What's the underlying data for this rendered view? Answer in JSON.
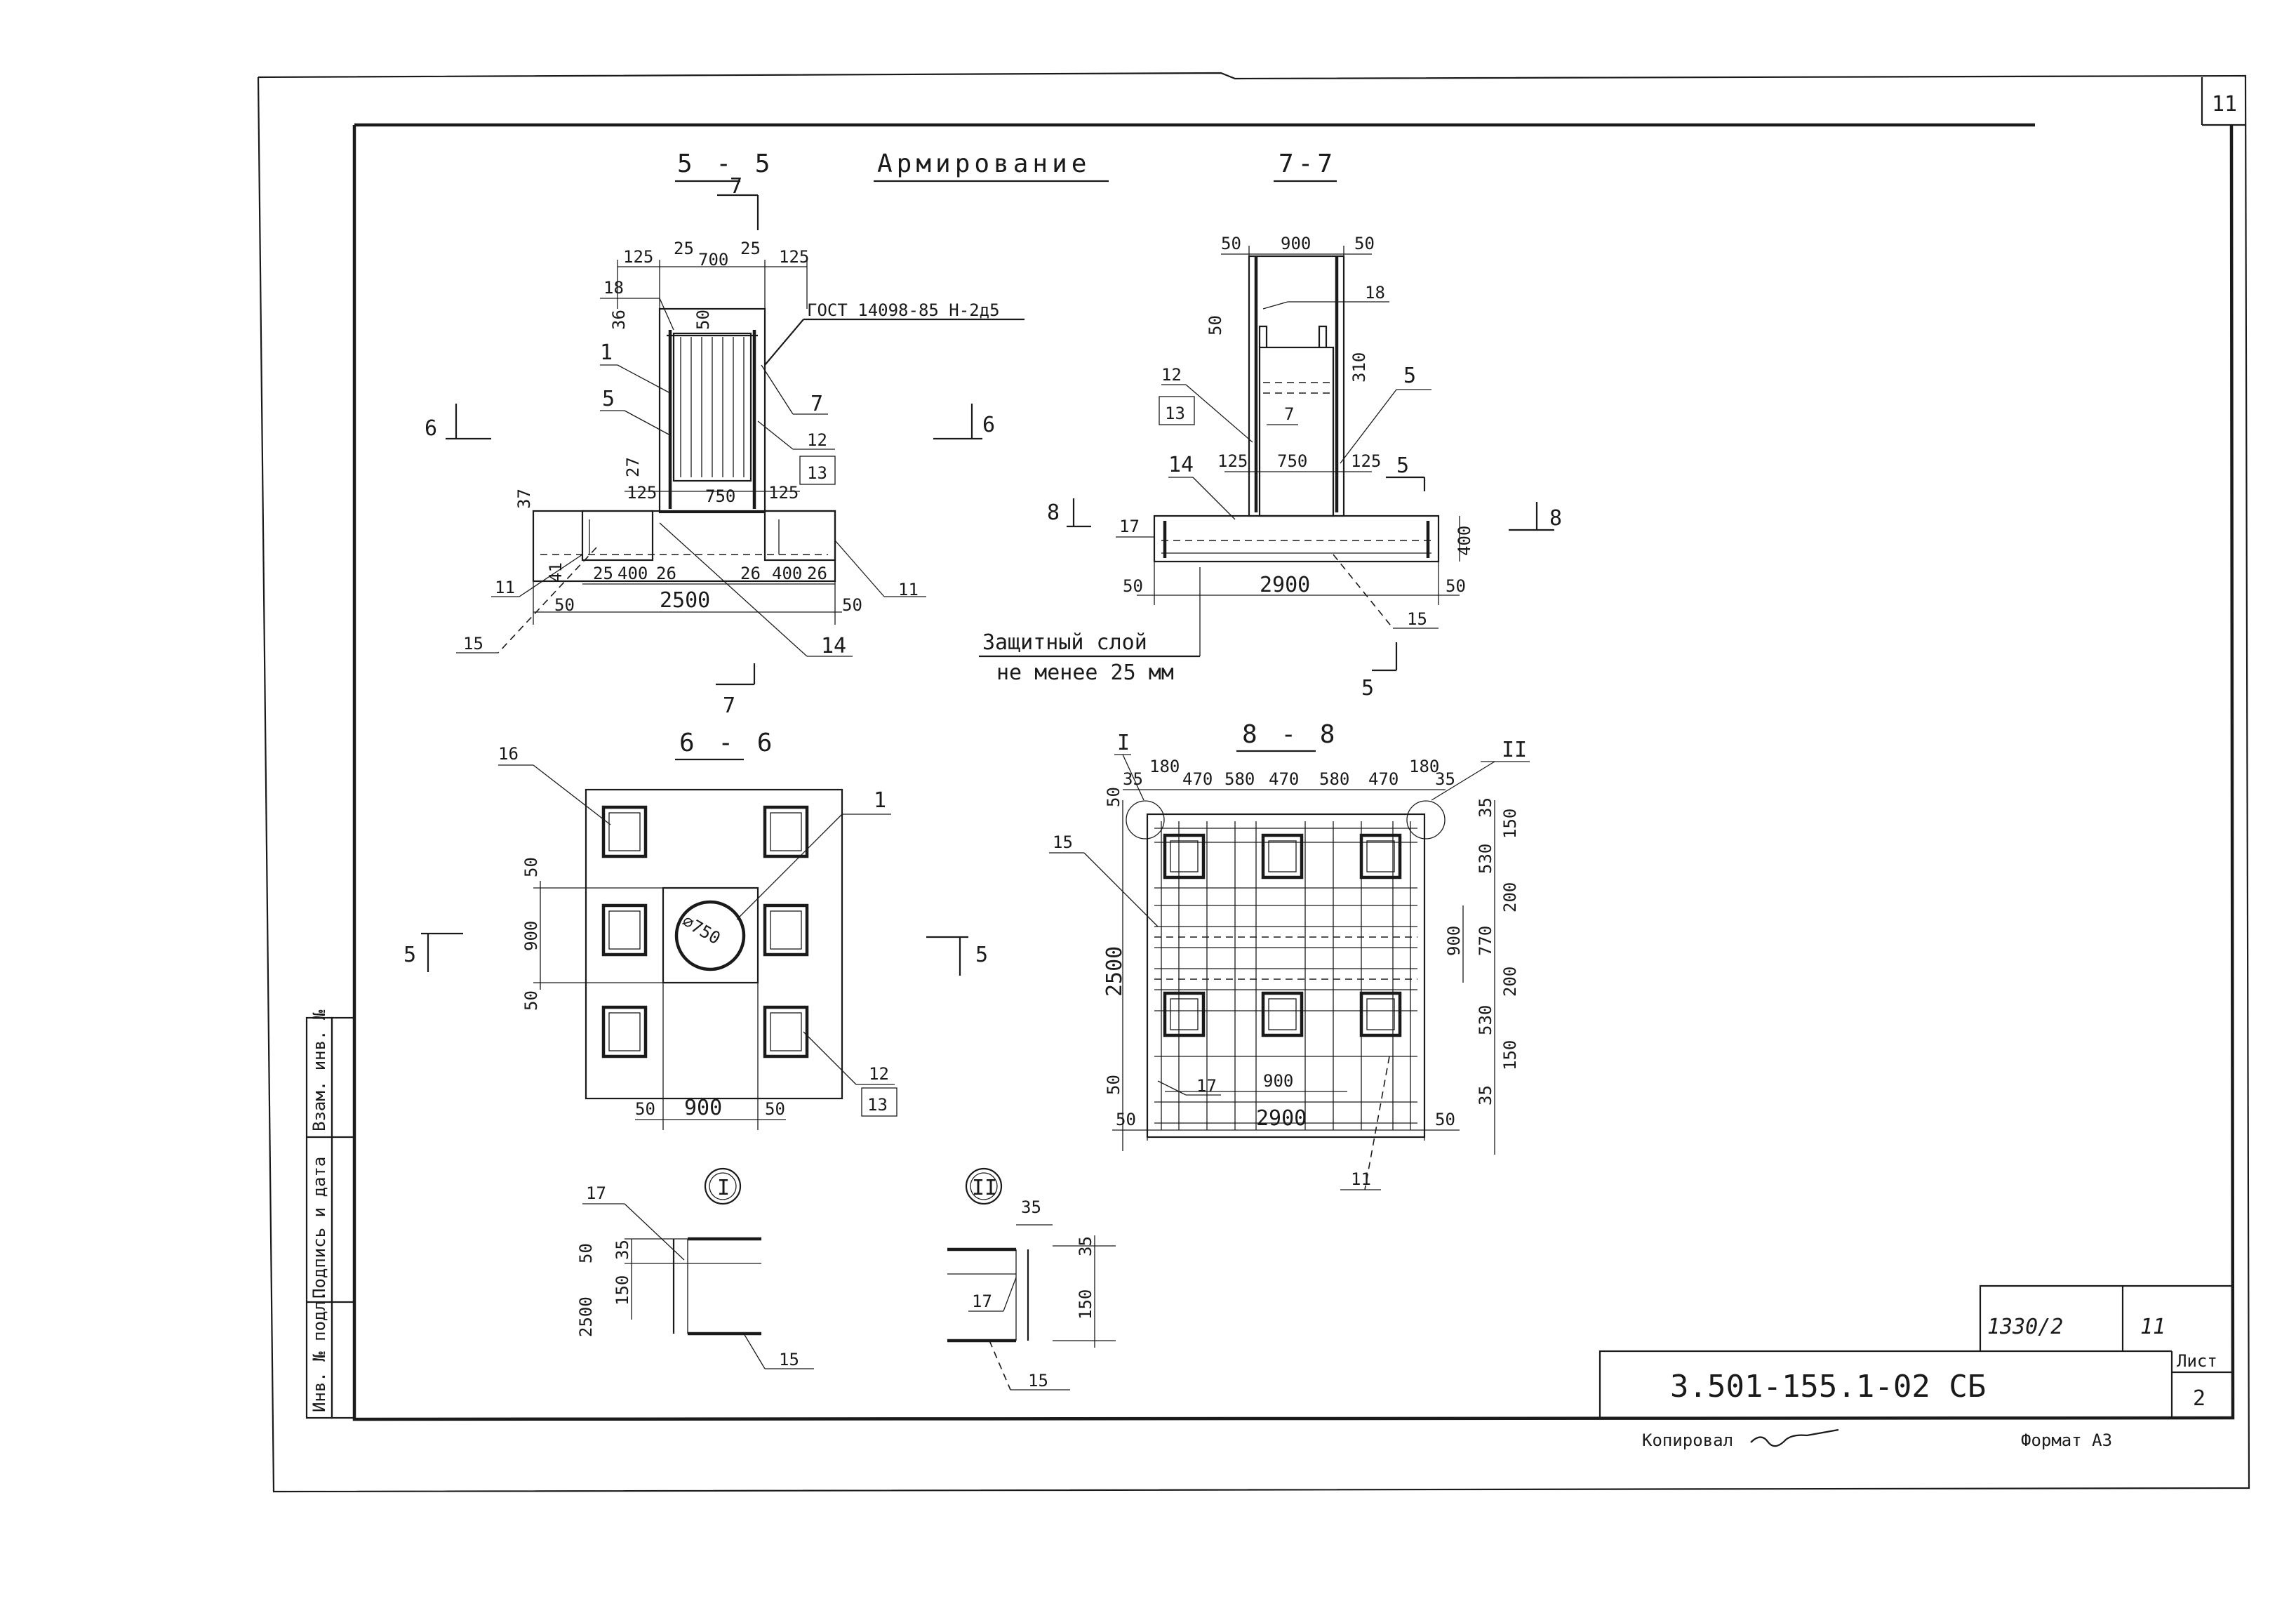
{
  "sheet": {
    "corner_number": "11",
    "title": "Армирование",
    "document_code": "3.501-155.1-02 СБ",
    "sheet_label": "Лист",
    "sheet_no": "2",
    "inventory": "1330/2",
    "inventory_page": "11",
    "copied_label": "Копировал",
    "format_label": "Формат А3",
    "side_stamp": [
      "Инв. № подл.",
      "Подпись и дата",
      "Взам. инв. №"
    ]
  },
  "section_5_5": {
    "title": "5 - 5",
    "cut_label": "7",
    "side_marks": [
      "6",
      "6"
    ],
    "dims_top": [
      "125",
      "25",
      "700",
      "25",
      "125"
    ],
    "dims_vertical": [
      "36",
      "50",
      "27",
      "37",
      "41"
    ],
    "dims_inner": [
      "125",
      "750",
      "125"
    ],
    "dims_bottom": [
      "25",
      "400",
      "26",
      "26",
      "400",
      "26"
    ],
    "dims_overall": [
      "50",
      "2500",
      "50"
    ],
    "gost_note": "ГОСТ 14098-85 Н-2д5",
    "callouts": [
      "18",
      "1",
      "5",
      "7",
      "12",
      "13",
      "11",
      "15",
      "14",
      "11"
    ]
  },
  "section_7_7": {
    "title": "7-7",
    "dims_top": [
      "50",
      "900",
      "50"
    ],
    "dims_vertical": [
      "50",
      "310",
      "400"
    ],
    "dims_inner": [
      "125",
      "750",
      "125"
    ],
    "dims_overall": [
      "50",
      "2900",
      "50"
    ],
    "callouts": [
      "18",
      "12",
      "13",
      "7",
      "5",
      "14",
      "17",
      "15"
    ],
    "cut_marks": [
      "5",
      "8",
      "8",
      "5"
    ],
    "protect_note_1": "Защитный слой",
    "protect_note_2": "не менее 25 мм"
  },
  "section_6_6": {
    "title": "6 - 6",
    "dims_left": [
      "50",
      "900",
      "50"
    ],
    "dims_bottom": [
      "50",
      "900",
      "50"
    ],
    "diameter": "⌀750",
    "callouts": [
      "16",
      "1",
      "12",
      "13"
    ],
    "cut_marks": [
      "5",
      "5"
    ]
  },
  "section_8_8": {
    "title": "8 - 8",
    "node_marks": [
      "I",
      "II"
    ],
    "dims_top": [
      "35",
      "180",
      "470",
      "580",
      "470",
      "580",
      "470",
      "180",
      "35"
    ],
    "dims_right": [
      "35",
      "150",
      "530",
      "200",
      "770",
      "200",
      "530",
      "150",
      "35"
    ],
    "dims_left": [
      "50",
      "2500",
      "50"
    ],
    "dim_inner_right": "900",
    "dim_bottom_inner": "900",
    "dims_overall": [
      "50",
      "2900",
      "50"
    ],
    "callouts": [
      "15",
      "17",
      "11"
    ]
  },
  "node_I": {
    "label": "I",
    "dims": [
      "50",
      "35",
      "150",
      "2500"
    ],
    "callouts": [
      "17",
      "15"
    ]
  },
  "node_II": {
    "label": "II",
    "dims": [
      "35",
      "35",
      "150"
    ],
    "callouts": [
      "17",
      "15"
    ]
  }
}
